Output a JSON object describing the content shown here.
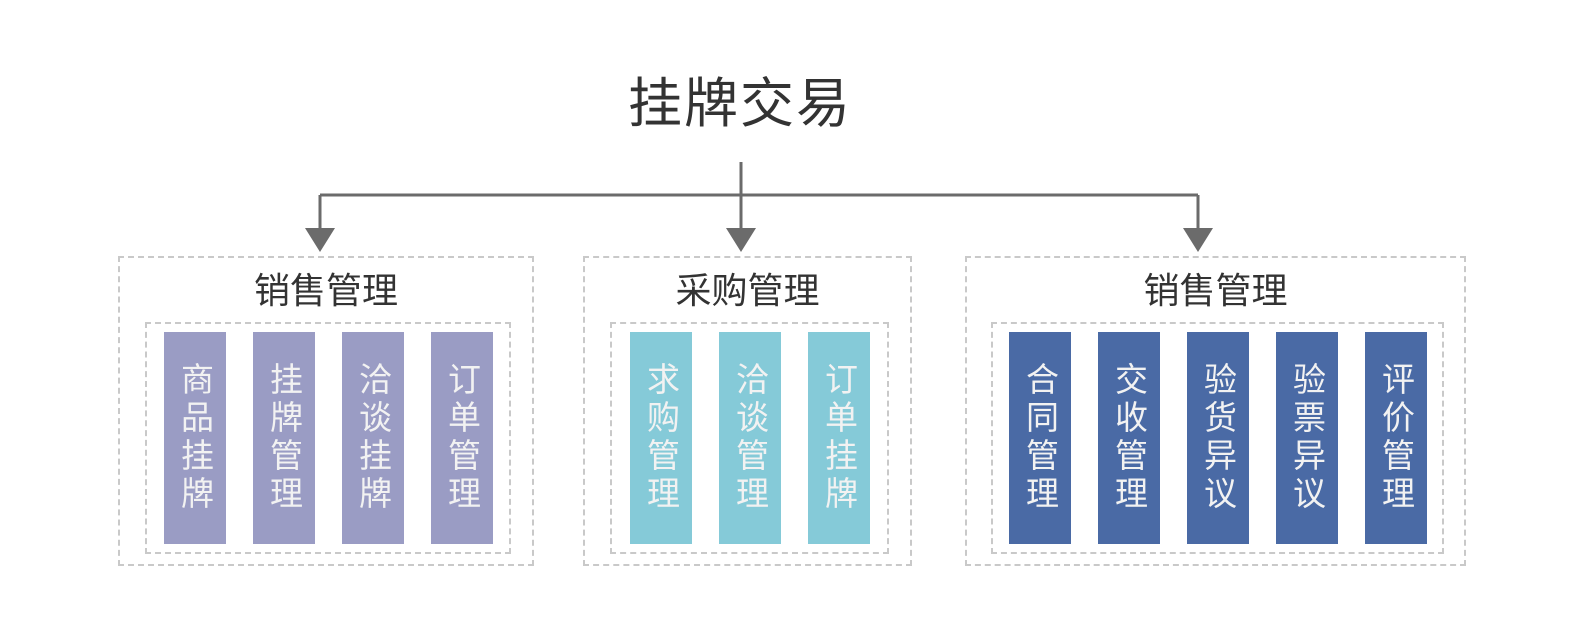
{
  "title": "挂牌交易",
  "theme": {
    "background": "#ffffff",
    "title_color": "#333333",
    "connector_color": "#6b6b6b",
    "dashed_border": "#c9c9c9",
    "group_colors": [
      "#9a9cc4",
      "#85cad8",
      "#4a6aa5"
    ],
    "bar_text_color": "#f2f2f2"
  },
  "groups": [
    {
      "title": "销售管理",
      "color": "#9a9cc4",
      "items": [
        {
          "label": "商品挂牌"
        },
        {
          "label": "挂牌管理"
        },
        {
          "label": "洽谈挂牌"
        },
        {
          "label": "订单管理"
        }
      ]
    },
    {
      "title": "采购管理",
      "color": "#85cad8",
      "items": [
        {
          "label": "求购管理"
        },
        {
          "label": "洽谈管理"
        },
        {
          "label": "订单挂牌"
        }
      ]
    },
    {
      "title": "销售管理",
      "color": "#4a6aa5",
      "items": [
        {
          "label": "合同管理"
        },
        {
          "label": "交收管理"
        },
        {
          "label": "验货异议"
        },
        {
          "label": "验票异议"
        },
        {
          "label": "评价管理"
        }
      ]
    }
  ]
}
